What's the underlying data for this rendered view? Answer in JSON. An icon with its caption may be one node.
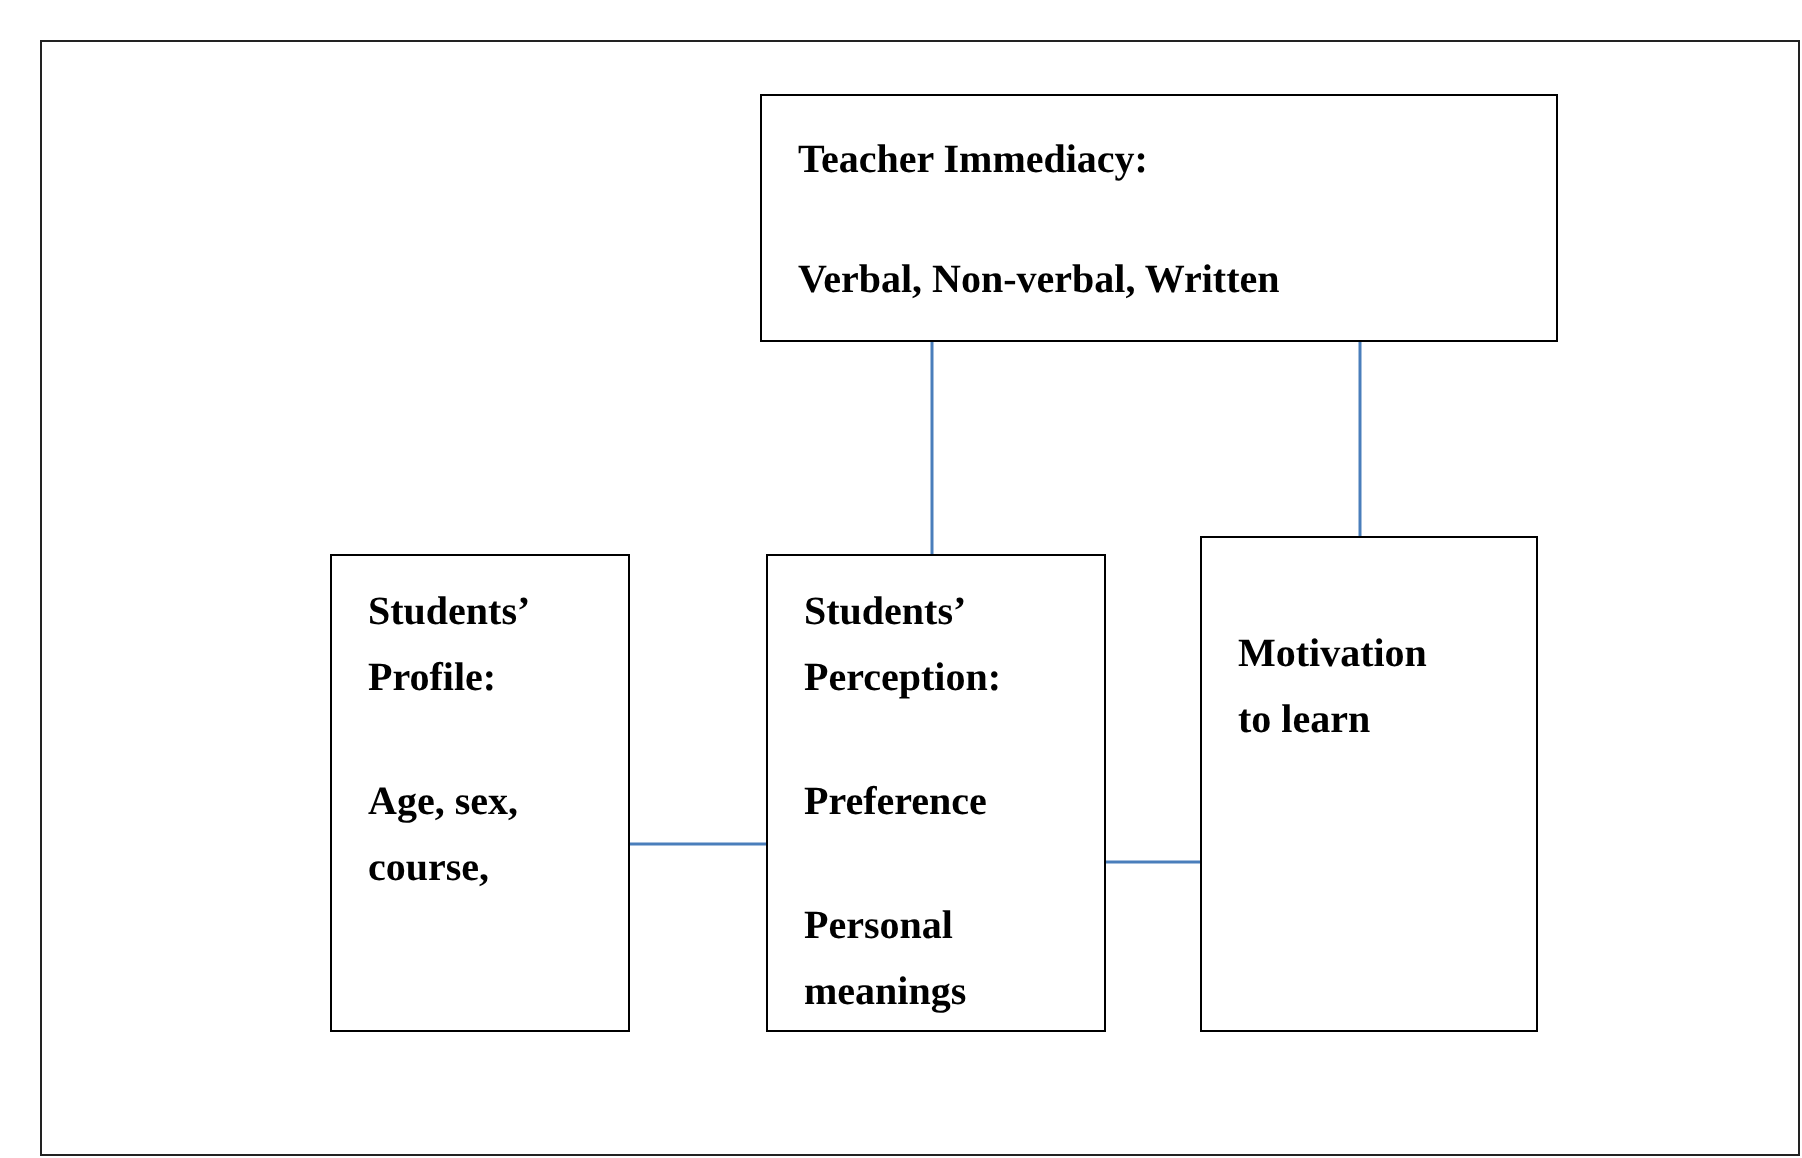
{
  "diagram": {
    "nodes": [
      {
        "text": [
          "Teacher Immediacy:",
          "Verbal, Non-verbal, Written"
        ]
      },
      {
        "text": [
          "Students’ Profile:",
          "Age, sex, course,"
        ]
      },
      {
        "text": [
          "Students’ Perception:",
          "Preference",
          "Personal meanings"
        ]
      },
      {
        "text": [
          "Motivation to learn"
        ]
      }
    ],
    "edges": [
      {
        "from": 0,
        "to": 2,
        "arrow": "none"
      },
      {
        "from": 0,
        "to": 3,
        "arrow": "none"
      },
      {
        "from": 1,
        "to": 2,
        "arrow": "none"
      },
      {
        "from": 2,
        "to": 3,
        "arrow": "none"
      }
    ]
  }
}
